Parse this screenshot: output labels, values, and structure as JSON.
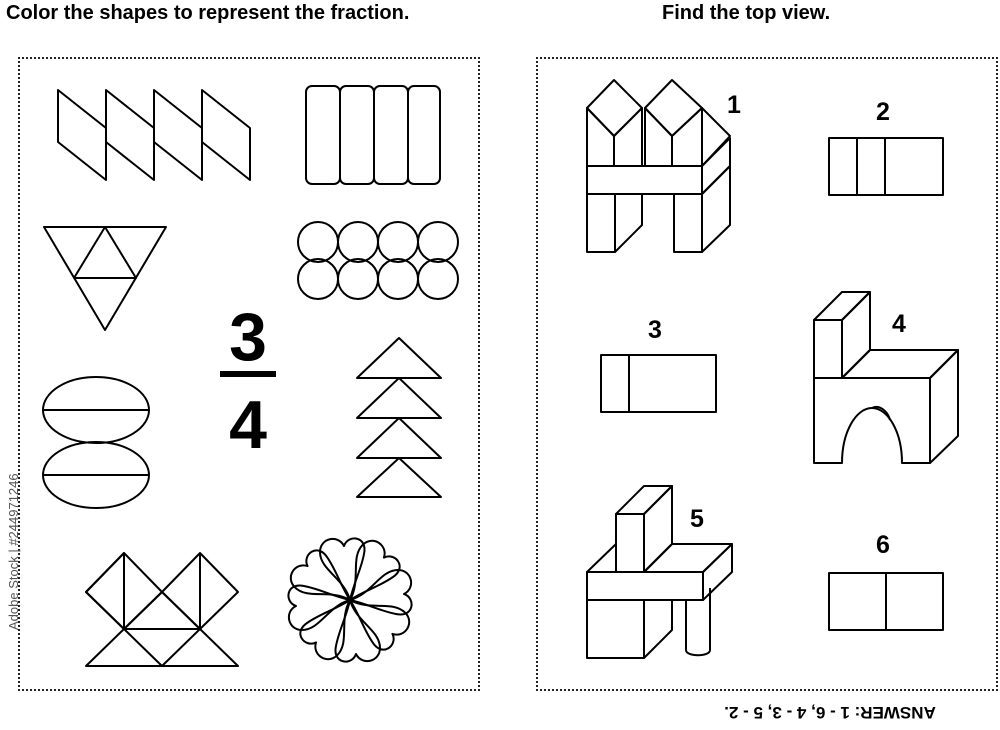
{
  "left_title": "Color the shapes to represent the fraction.",
  "right_title": "Find the top view.",
  "fraction": {
    "numerator": "3",
    "denominator": "4"
  },
  "views": {
    "n1": "1",
    "n2": "2",
    "n3": "3",
    "n4": "4",
    "n5": "5",
    "n6": "6"
  },
  "answer": "ANSWER: 1 - 6, 4 - 3, 5 - 2.",
  "watermark": "Adobe Stock | #244971246"
}
